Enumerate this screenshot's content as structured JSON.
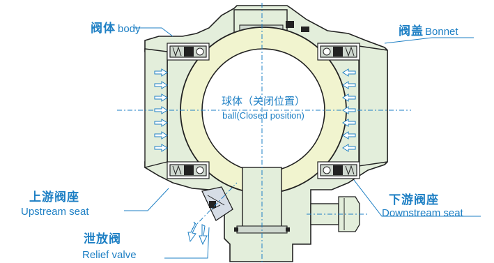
{
  "labels": {
    "body_cn": "阀体",
    "body_en": "body",
    "bonnet_cn": "阀盖",
    "bonnet_en": "Bonnet",
    "upstream_cn": "上游阀座",
    "upstream_en": "Upstream seat",
    "downstream_cn": "下游阀座",
    "downstream_en": "Downstream seat",
    "relief_cn": "泄放阀",
    "relief_en": "Relief valve",
    "ball_cn": "球体（关闭位置）",
    "ball_en": "ball(Closed position)"
  },
  "colors": {
    "label_blue": "#1d7fc4",
    "body_green": "#e3eedb",
    "ball_yellow": "#f1f4cf",
    "outline": "#222222"
  },
  "icons": [
    "flow-arrow-icon",
    "seal-spring-icon"
  ]
}
